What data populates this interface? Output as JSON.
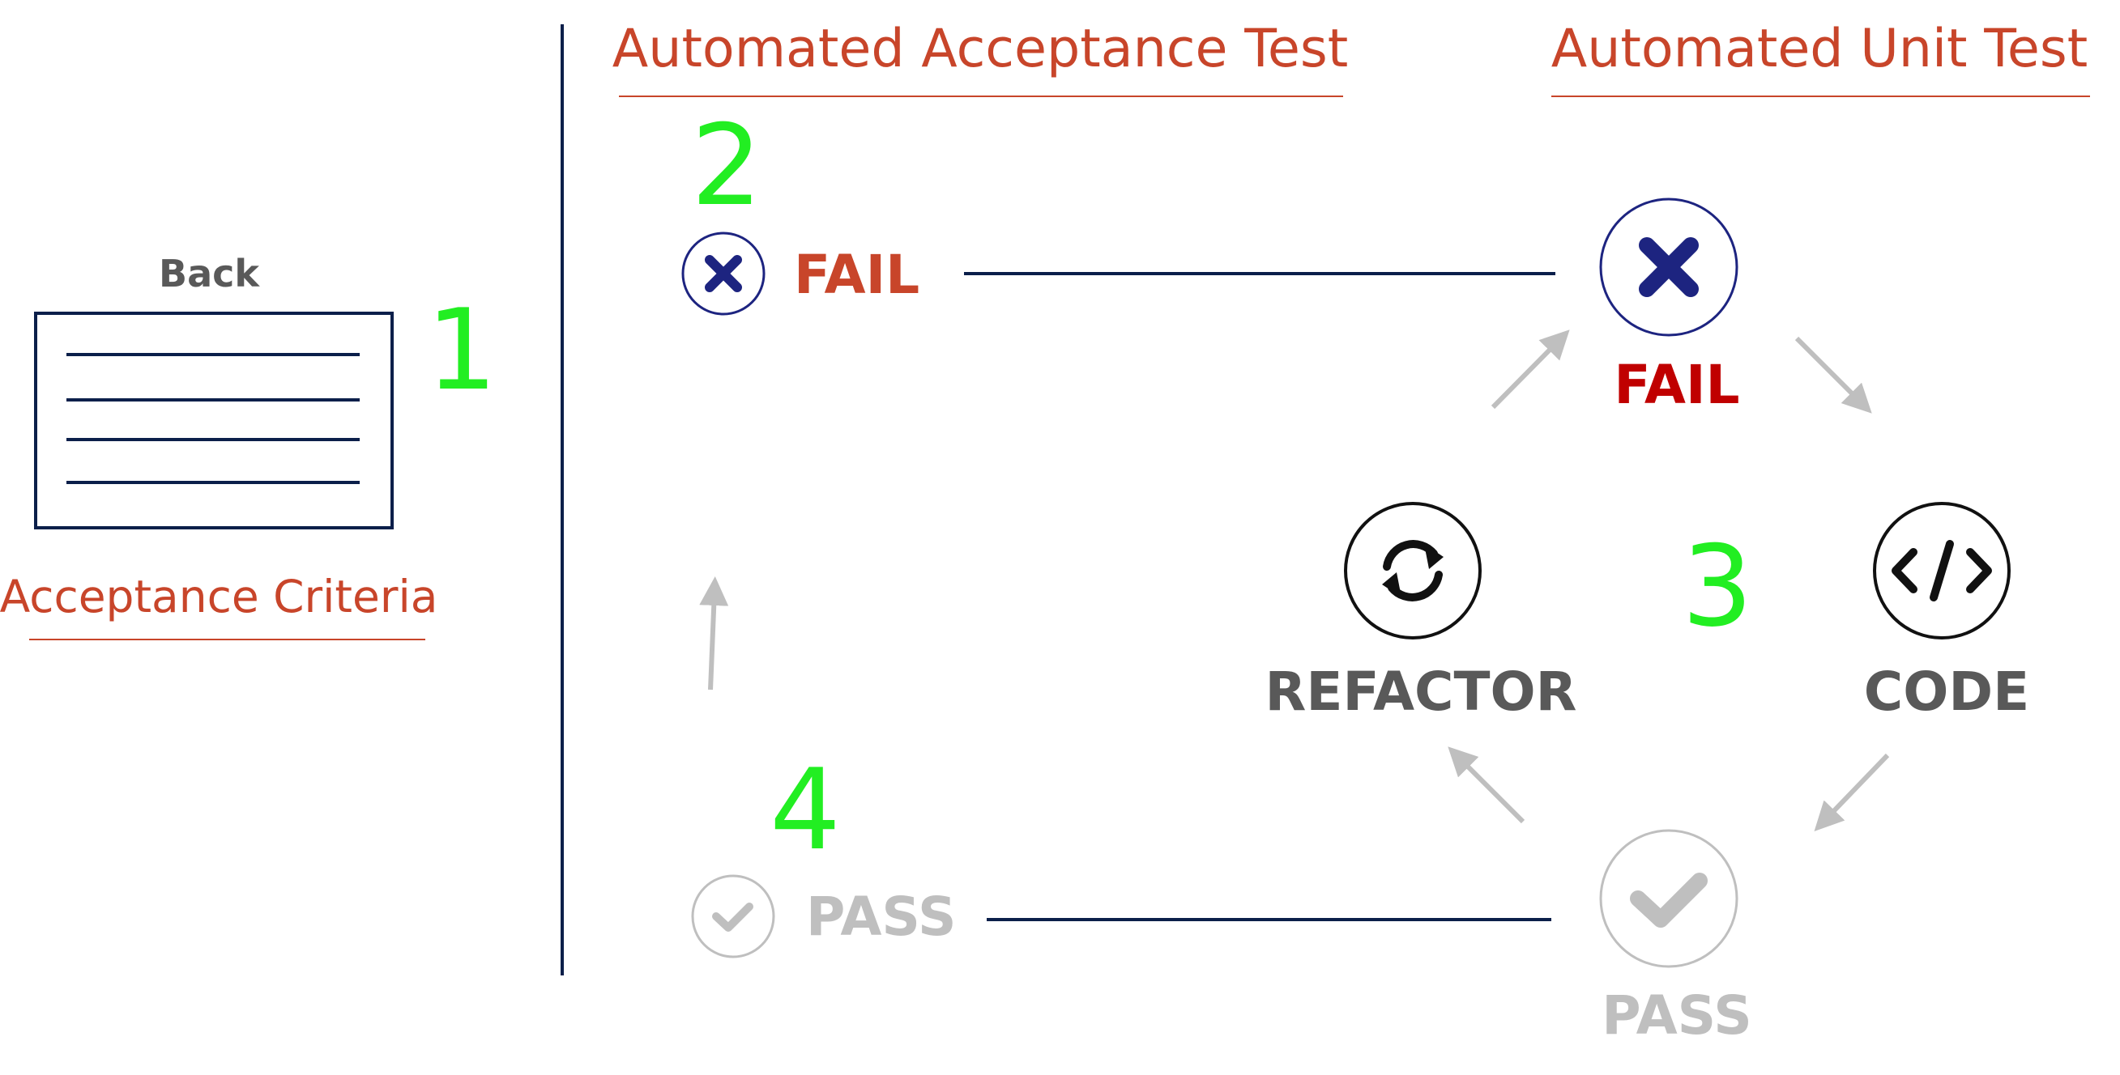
{
  "left": {
    "card_label": "Back",
    "criteria_label": "Acceptance Criteria",
    "step": "1"
  },
  "acceptance": {
    "heading": "Automated Acceptance Test",
    "fail_label": "FAIL",
    "pass_label": "PASS",
    "step_fail": "2",
    "step_pass": "4"
  },
  "unit": {
    "heading": "Automated Unit Test",
    "fail_label": "FAIL",
    "code_label": "CODE",
    "pass_label": "PASS",
    "refactor_label": "REFACTOR",
    "step": "3"
  },
  "icons": {
    "acceptance_fail": "close-icon",
    "acceptance_pass": "check-icon",
    "unit_fail": "close-icon",
    "code": "code-icon",
    "pass": "check-icon",
    "refactor": "refresh-icon"
  },
  "colors": {
    "heading": "#c8452a",
    "fail_acceptance": "#c8452a",
    "fail_unit": "#c00000",
    "step_number": "#22ee22",
    "navy": "#1d2480",
    "muted": "#bfbfbf",
    "dark_label": "#595959"
  }
}
